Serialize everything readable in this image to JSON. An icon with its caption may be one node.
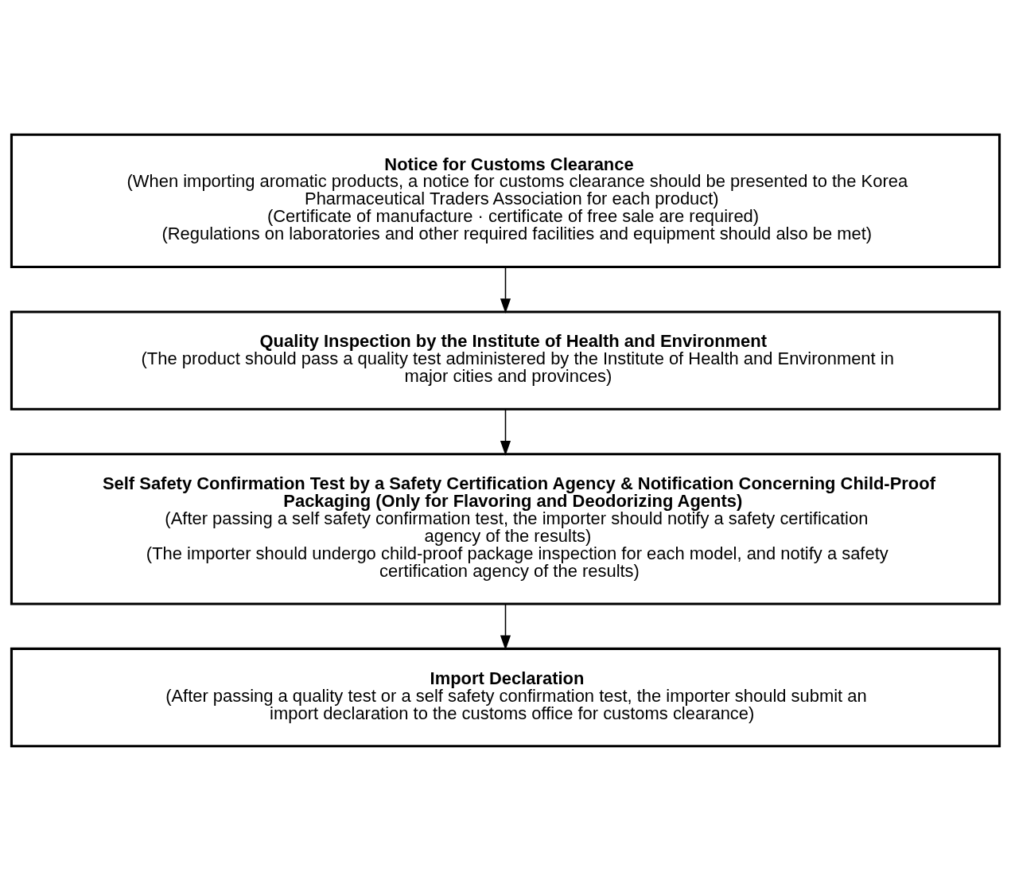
{
  "diagram": {
    "nodes": [
      {
        "text": [
          "Notice for Customs Clearance",
          "(When importing aromatic products, a notice for customs clearance should be presented to the Korea Pharmaceutical Traders Association for each product)",
          "(Certificate of manufacture · certificate of free sale are required)",
          "(Regulations on laboratories and other required facilities and equipment should also be met)"
        ]
      },
      {
        "text": [
          "Quality Inspection by the Institute of Health and Environment",
          "(The product should pass a quality test administered by the Institute of Health and Environment in major cities and provinces)"
        ]
      },
      {
        "text": [
          "Self Safety Confirmation Test by a Safety Certification Agency & Notification Concerning Child-Proof Packaging (Only for Flavoring and Deodorizing Agents)",
          "(After passing a self safety confirmation test, the importer should notify a safety certification agency of the results)",
          "(The importer should undergo child-proof package inspection for each model, and notify a safety certification agency of the results)"
        ]
      },
      {
        "text": [
          "Import Declaration",
          "(After passing a quality test or a self safety confirmation test, the importer should submit an import declaration to the customs office for customs clearance)"
        ]
      }
    ],
    "edges": [
      {
        "from": 0,
        "to": 1,
        "arrow": "to"
      },
      {
        "from": 1,
        "to": 2,
        "arrow": "to"
      },
      {
        "from": 2,
        "to": 3,
        "arrow": "to"
      }
    ]
  }
}
